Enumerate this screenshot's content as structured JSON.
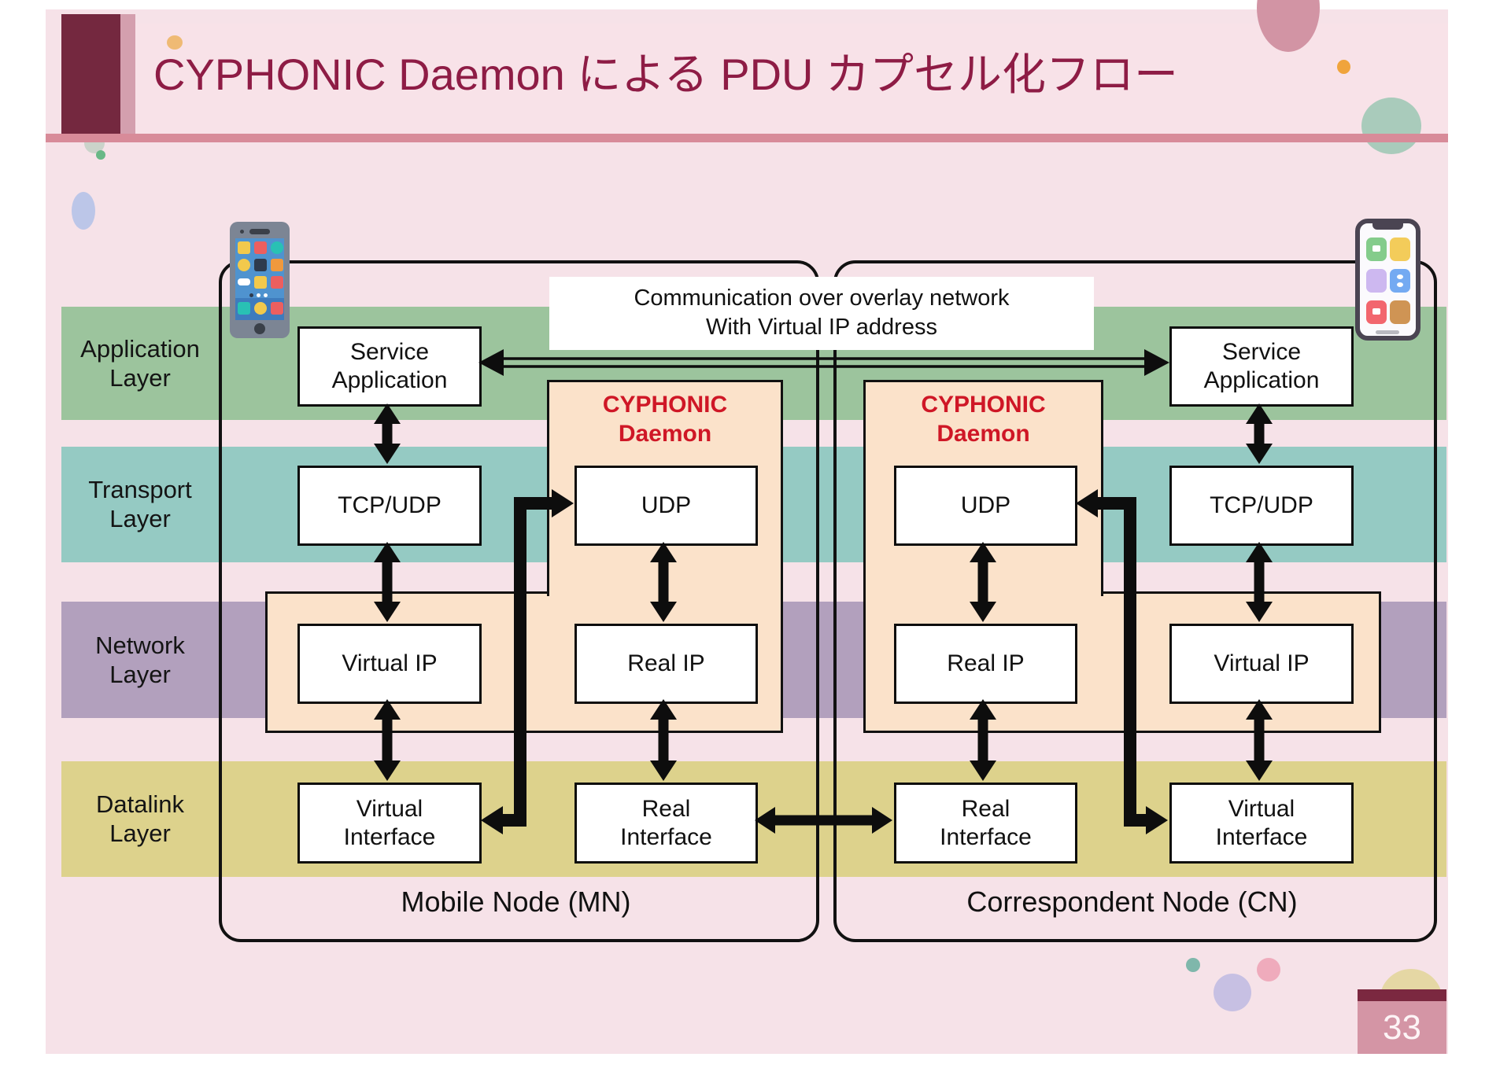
{
  "title": "CYPHONIC Daemon による PDU カプセル化フロー",
  "page_number": "33",
  "layers": [
    {
      "id": "application",
      "label": "Application\nLayer",
      "color": "#9cc49d"
    },
    {
      "id": "transport",
      "label": "Transport\nLayer",
      "color": "#95cac3"
    },
    {
      "id": "network",
      "label": "Network\nLayer",
      "color": "#b2a0bd"
    },
    {
      "id": "datalink",
      "label": "Datalink\nLayer",
      "color": "#ddd28c"
    }
  ],
  "overlay_note": {
    "line1": "Communication over overlay network",
    "line2": "With Virtual IP address"
  },
  "mn": {
    "label": "Mobile Node (MN)",
    "service_app": "Service\nApplication",
    "tcp_udp": "TCP/UDP",
    "virtual_ip": "Virtual IP",
    "virtual_interface": "Virtual\nInterface",
    "daemon": {
      "title": "CYPHONIC\nDaemon",
      "udp": "UDP",
      "real_ip": "Real IP",
      "real_interface": "Real\nInterface"
    }
  },
  "cn": {
    "label": "Correspondent Node (CN)",
    "service_app": "Service\nApplication",
    "tcp_udp": "TCP/UDP",
    "virtual_ip": "Virtual IP",
    "virtual_interface": "Virtual\nInterface",
    "daemon": {
      "title": "CYPHONIC\nDaemon",
      "udp": "UDP",
      "real_ip": "Real IP",
      "real_interface": "Real\nInterface"
    }
  },
  "icons": {
    "mn_phone": "smartphone-icon",
    "cn_phone": "smartphone-icon"
  },
  "accent_colors": {
    "title_text": "#8e1c45",
    "maroon_block": "#74283f",
    "rose_bar": "#d88b99",
    "slide_background": "#f6e2e8",
    "daemon_text_red": "#cf1726",
    "daemon_box_peach": "#fbe2ca",
    "page_badge_maroon": "#7b2840",
    "page_badge_rose": "#d495a5",
    "arrow_black": "#0d0d0d"
  }
}
